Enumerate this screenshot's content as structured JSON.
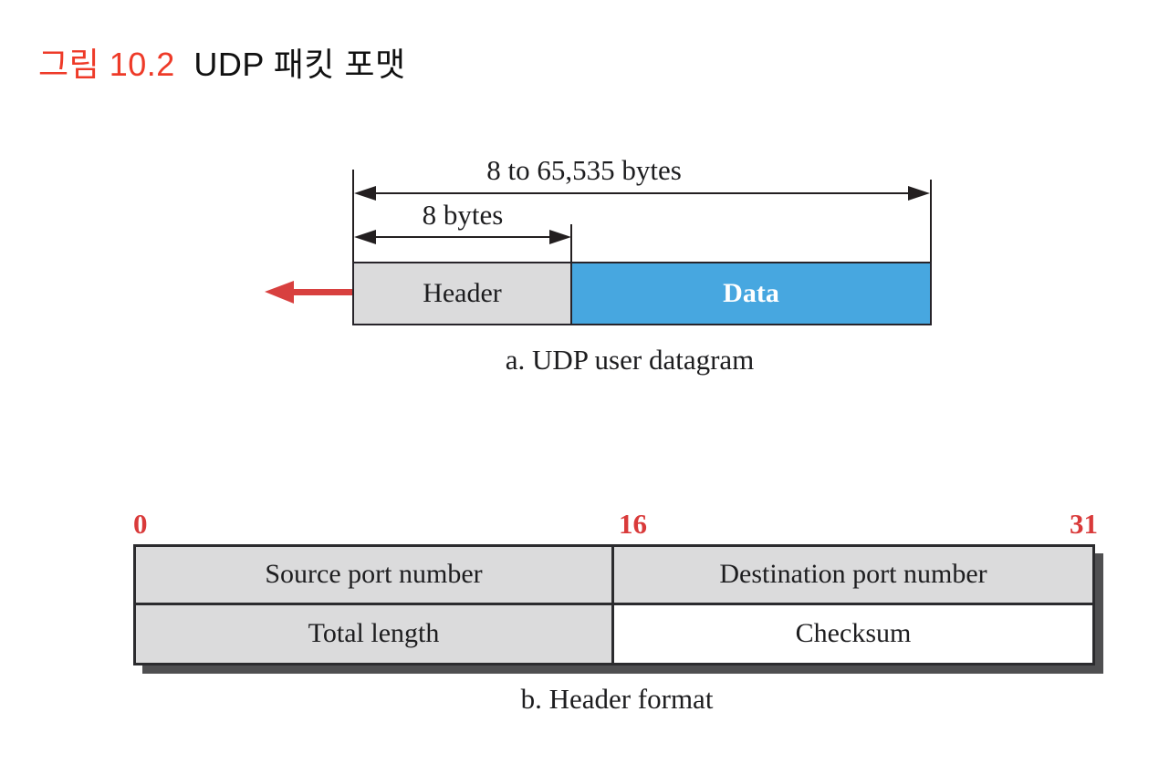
{
  "title": {
    "figure_label": "그림 10.2",
    "text": "UDP 패킷 포맷"
  },
  "datagram": {
    "total_size_label": "8 to 65,535 bytes",
    "header_size_label": "8 bytes",
    "header_label": "Header",
    "data_label": "Data",
    "caption": "a. UDP user datagram"
  },
  "header_format": {
    "bit_labels": [
      "0",
      "16",
      "31"
    ],
    "fields": [
      {
        "label": "Source port number"
      },
      {
        "label": "Destination port number"
      },
      {
        "label": "Total length"
      },
      {
        "label": "Checksum"
      }
    ],
    "caption": "b. Header format"
  },
  "colors": {
    "title_red": "#ee3a28",
    "bit_label_red": "#d93a3a",
    "pointer_arrow_red": "#d8403f",
    "data_fill_blue": "#47a7e0",
    "cell_fill_gray": "#dbdbdc",
    "line_dark": "#231f20",
    "table_shadow_gray": "#4f4f51"
  }
}
